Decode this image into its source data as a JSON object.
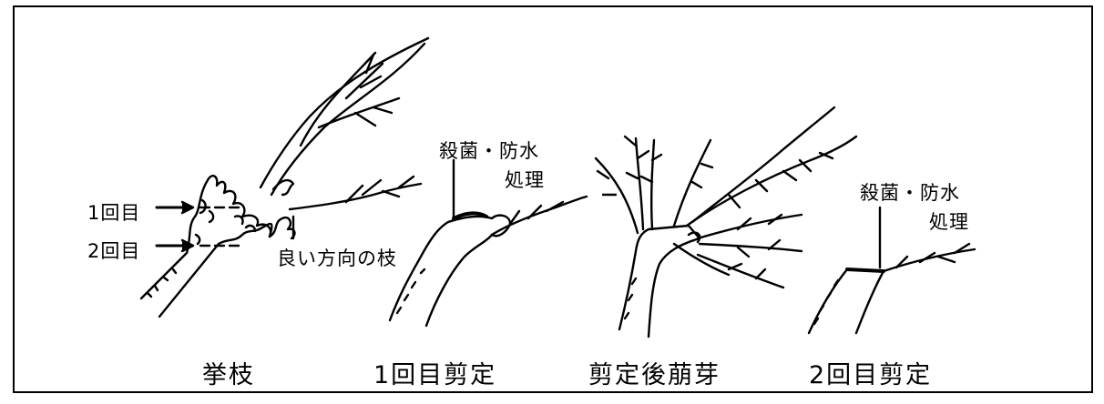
{
  "annotations": {
    "cut_first": "1回目",
    "cut_second": "2回目",
    "good_branch": "良い方向の枝",
    "treatment_1_line1": "殺菌・防水",
    "treatment_1_line2": "処理",
    "treatment_2_line1": "殺菌・防水",
    "treatment_2_line2": "処理"
  },
  "captions": {
    "fig1": "挙枝",
    "fig2": "1回目剪定",
    "fig3": "剪定後萠芽",
    "fig4": "2回目剪定"
  }
}
